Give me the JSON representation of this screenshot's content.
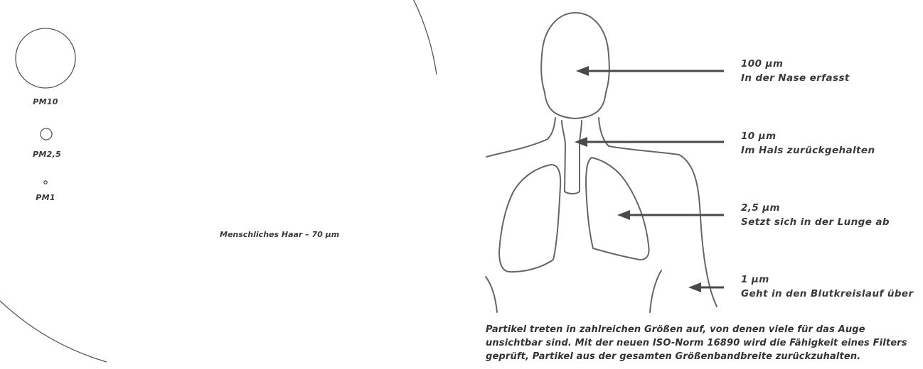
{
  "particles": [
    {
      "label": "PM10"
    },
    {
      "label": "PM2,5"
    },
    {
      "label": "PM1"
    }
  ],
  "hair_label": "Menschliches Haar – 70 µm",
  "annotations": [
    {
      "size": "100 µm",
      "text": "In der Nase erfasst"
    },
    {
      "size": "10 µm",
      "text": "Im Hals zurückgehalten"
    },
    {
      "size": "2,5 µm",
      "text": "Setzt sich in der Lunge ab"
    },
    {
      "size": "1 µm",
      "text": "Geht in den Blutkreislauf über"
    }
  ],
  "caption": "Partikel treten in zahlreichen Größen auf, von denen viele für das Auge unsichtbar sind. Mit der neuen ISO-Norm 16890 wird die Fähigkeit eines Filters geprüft, Partikel aus der gesamten Größenbandbreite zurückzuhalten.",
  "colors": {
    "line": "#555555",
    "arrow": "#4a4a4a",
    "text": "#333333",
    "background": "#ffffff"
  }
}
